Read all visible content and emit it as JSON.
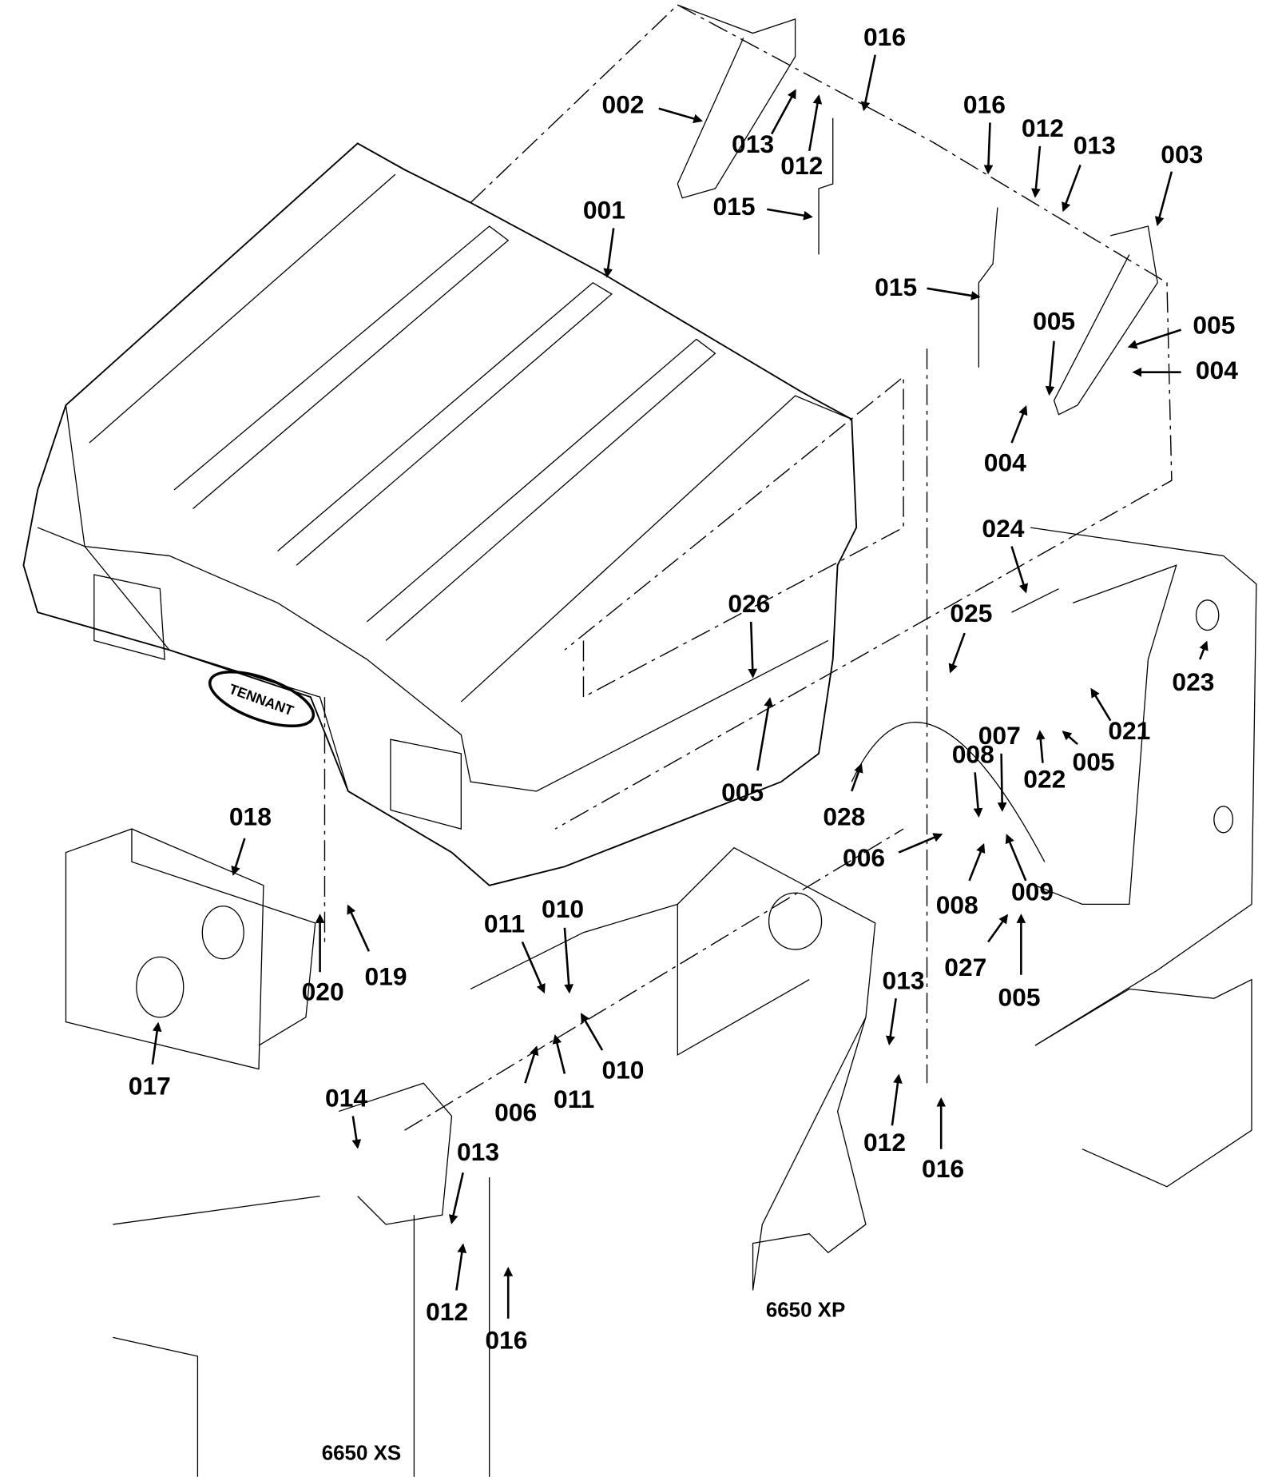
{
  "diagram": {
    "logo_text": "TENNANT",
    "callouts": [
      "016",
      "002",
      "013",
      "012",
      "015",
      "001",
      "016",
      "012",
      "013",
      "003",
      "015",
      "005",
      "005",
      "004",
      "004",
      "024",
      "026",
      "025",
      "023",
      "021",
      "005",
      "028",
      "008",
      "007",
      "022",
      "005",
      "018",
      "006",
      "009",
      "008",
      "027",
      "005",
      "020",
      "019",
      "011",
      "010",
      "013",
      "010",
      "017",
      "006",
      "011",
      "014",
      "013",
      "012",
      "016",
      "012",
      "016"
    ],
    "variant_labels": {
      "xp": "6650 XP",
      "xs": "6650 XS"
    }
  }
}
